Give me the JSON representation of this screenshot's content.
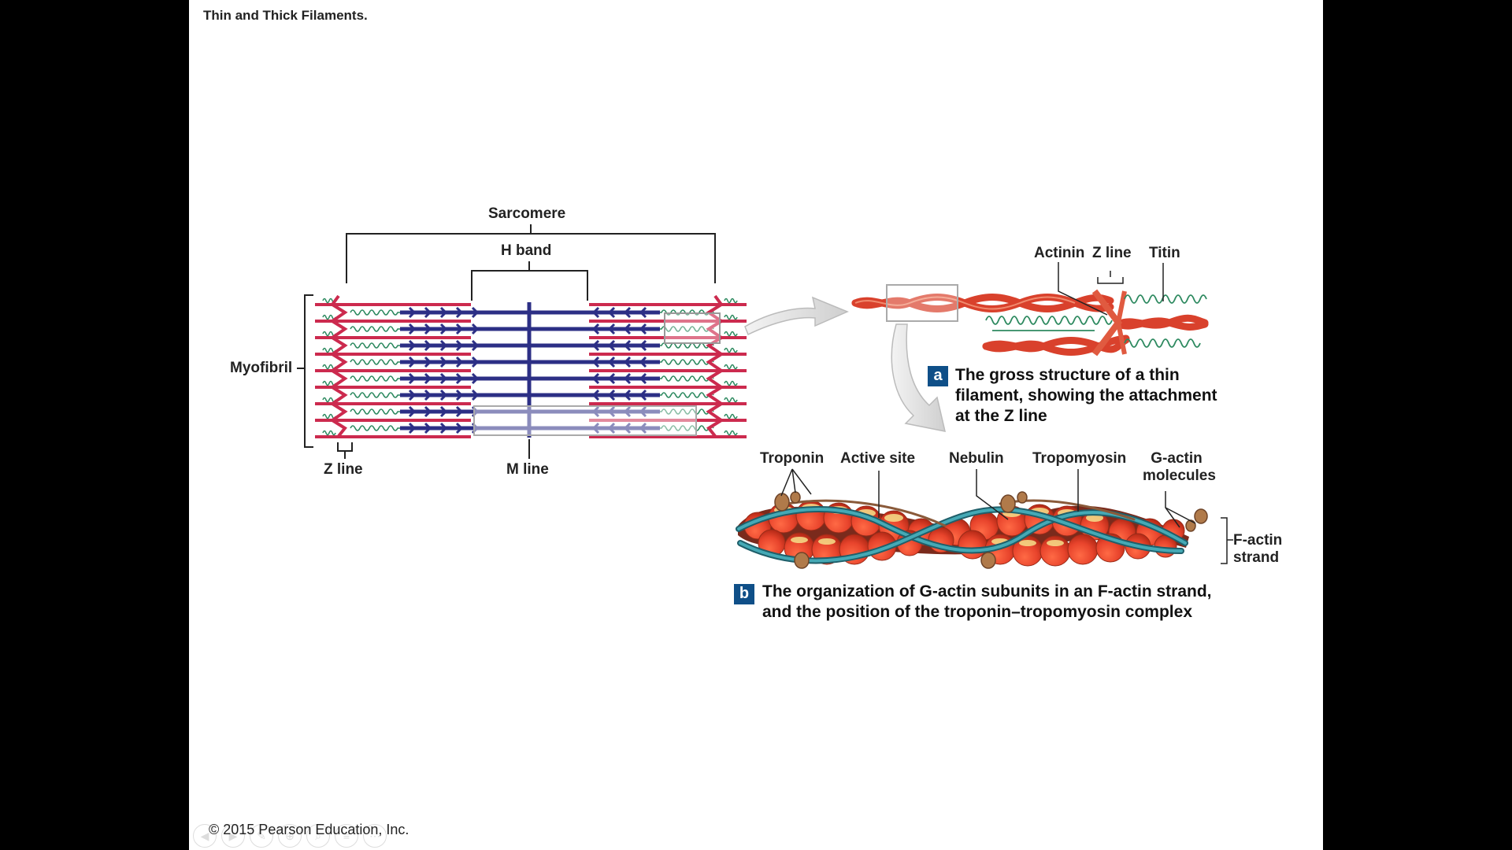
{
  "title": "Thin and Thick Filaments.",
  "left_panel": {
    "sarcomere": "Sarcomere",
    "h_band": "H band",
    "myofibril": "Myofibril",
    "z_line": "Z line",
    "m_line": "M line"
  },
  "panel_a": {
    "actinin": "Actinin",
    "z_line": "Z line",
    "titin": "Titin",
    "badge": "a",
    "caption_1": "The gross structure of a thin",
    "caption_2": "filament, showing the attachment",
    "caption_3": "at the Z line"
  },
  "panel_b": {
    "troponin": "Troponin",
    "active_site": "Active site",
    "nebulin": "Nebulin",
    "tropomyosin": "Tropomyosin",
    "g_actin_1": "G-actin",
    "g_actin_2": "molecules",
    "f_actin_1": "F-actin",
    "f_actin_2": "strand",
    "badge": "b",
    "caption_1": "The organization of G-actin subunits in an F-actin strand,",
    "caption_2": "and the position of the troponin–tropomyosin complex"
  },
  "copyright": "© 2015 Pearson Education, Inc.",
  "nav_icons": [
    "back-icon",
    "forward-icon",
    "pen-icon",
    "zoom-icon",
    "search-icon",
    "menu-icon",
    "more-icon"
  ],
  "colors": {
    "thin_filament": "#cc2a4e",
    "thick_filament": "#2c2f85",
    "titin": "#2e8a60",
    "actin_bead": "#e8442c",
    "tropomyosin": "#2f8e9c",
    "troponin": "#b07a4a",
    "badge": "#0f4f88"
  }
}
